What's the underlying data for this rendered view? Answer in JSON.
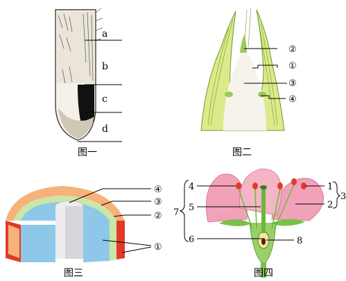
{
  "figure1": {
    "caption": "图一",
    "labels": [
      "a",
      "b",
      "c",
      "d"
    ]
  },
  "figure2": {
    "caption": "图二",
    "labels": [
      "②",
      "①",
      "③",
      "④"
    ]
  },
  "figure3": {
    "caption": "图三",
    "labels": [
      "④",
      "③",
      "②",
      "①"
    ]
  },
  "figure4": {
    "caption": "图四",
    "labels": [
      "4",
      "5",
      "7",
      "6",
      "1",
      "2",
      "3",
      "8"
    ]
  },
  "colors": {
    "leaf_green": "#d8e88a",
    "leaf_dark": "#6a9a2a",
    "stem_blue": "#8ec8e8",
    "stem_orange": "#f6b27a",
    "stem_red": "#e23a2a",
    "petal_pink": "#f2a2b8",
    "sepal_green": "#7ac04a"
  }
}
